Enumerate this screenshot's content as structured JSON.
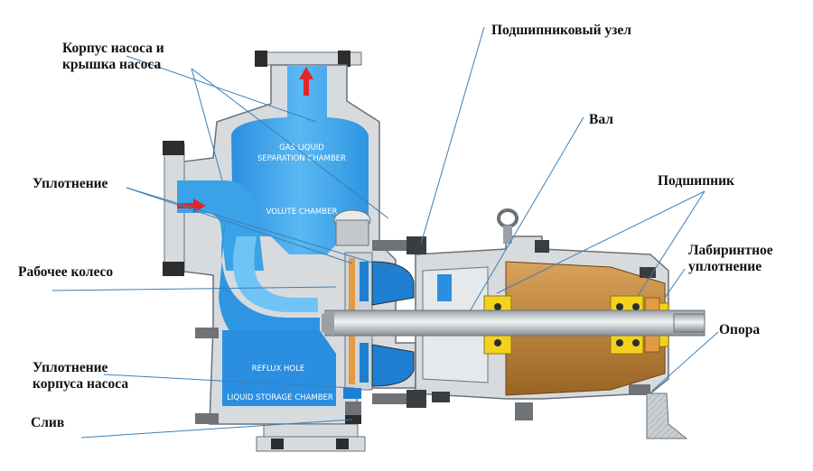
{
  "labels": {
    "housing_line1": "Корпус насоса и",
    "housing_line2": "крышка насоса",
    "seal": "Уплотнение",
    "impeller": "Рабочее колесо",
    "casing_seal_line1": "Уплотнение",
    "casing_seal_line2": "корпуса насоса",
    "drain": "Слив",
    "bearing_unit": "Подшипниковый узел",
    "shaft": "Вал",
    "bearing": "Подшипник",
    "labyrinth_line1": "Лабиринтное",
    "labyrinth_line2": "уплотнение",
    "support": "Опора"
  },
  "chambers": {
    "gas_liquid_line1": "GAS LIQUID",
    "gas_liquid_line2": "SEPARATION CHAMBER",
    "volute": "VOLUTE CHAMBER",
    "reflux": "REFLUX HOLE",
    "liquid_storage": "LIQUID STORAGE CHAMBER"
  },
  "colors": {
    "water": "#3aa3e8",
    "water_dark": "#1e7fd0",
    "metal": "#d7dbde",
    "bronze": "#c88a3c",
    "bearing_yellow": "#f4d21c",
    "arrow": "#e0262b",
    "leader": "#3a7fb8"
  }
}
